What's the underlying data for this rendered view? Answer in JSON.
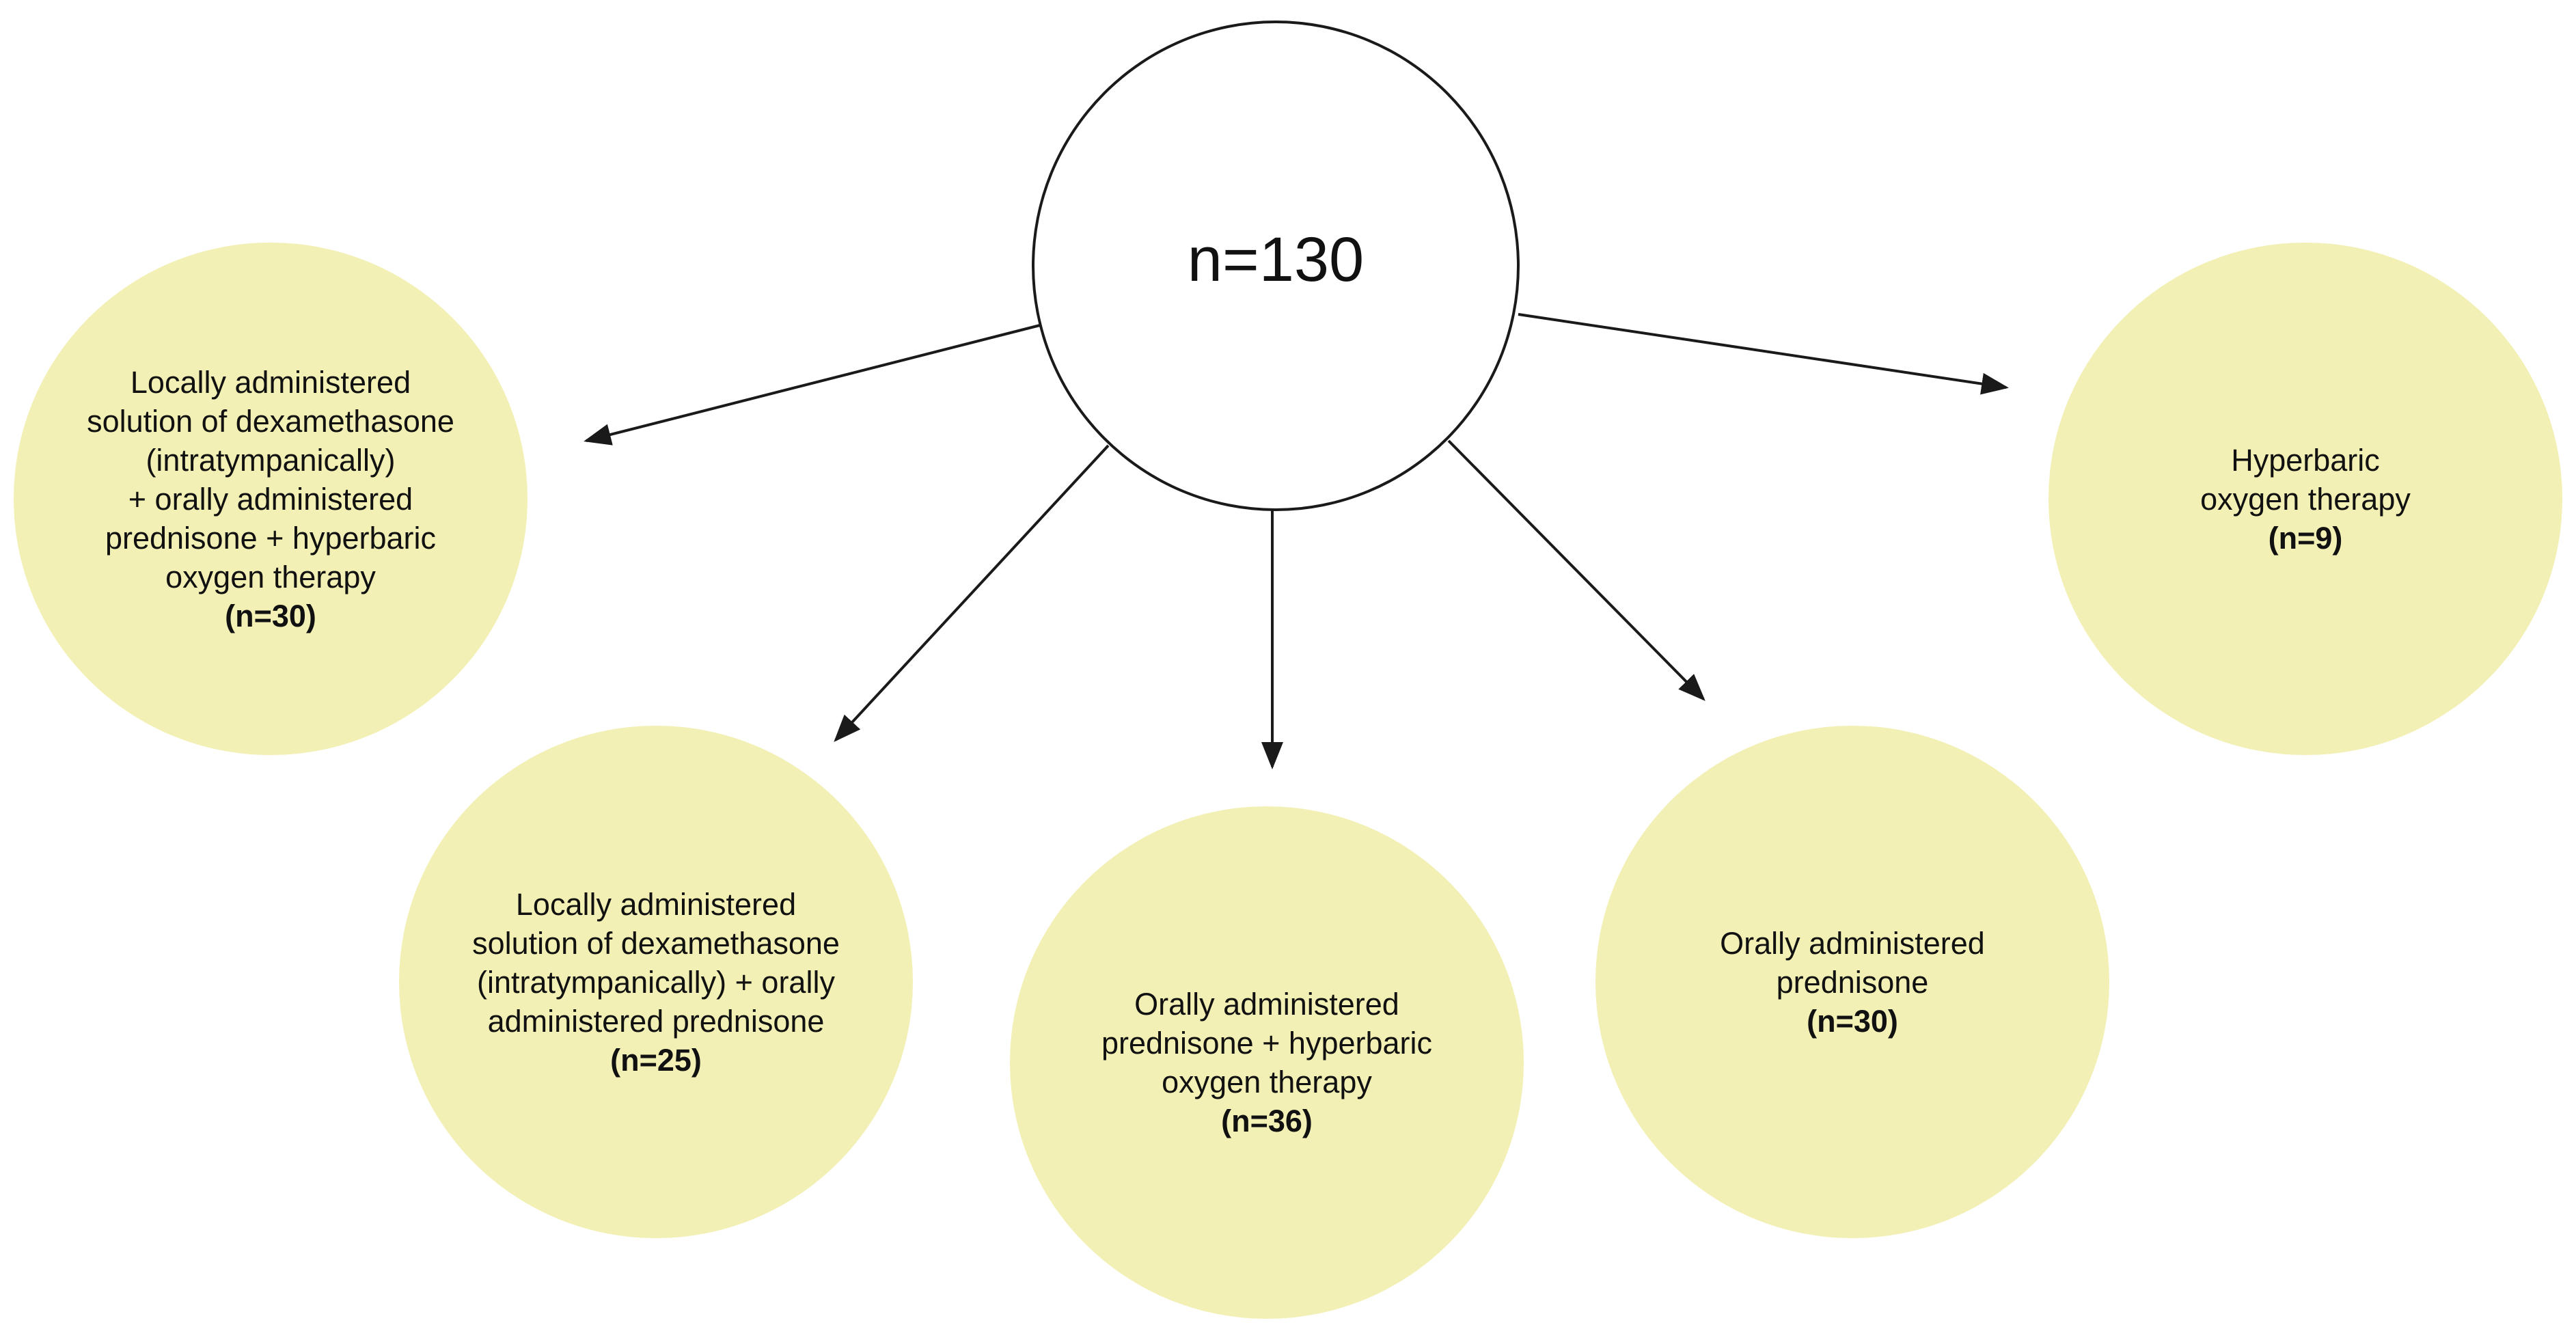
{
  "root": {
    "label": "n=130"
  },
  "groups": [
    {
      "description": "Locally administered\nsolution of dexamethasone\n(intratympanically)\n+ orally administered\nprednisone + hyperbaric\noxygen therapy",
      "count": "(n=30)"
    },
    {
      "description": "Locally administered\nsolution of dexamethasone\n(intratympanically) + orally\nadministered prednisone",
      "count": "(n=25)"
    },
    {
      "description": "Orally administered\nprednisone + hyperbaric\noxygen therapy",
      "count": "(n=36)"
    },
    {
      "description": "Orally administered\nprednisone",
      "count": "(n=30)"
    },
    {
      "description": "Hyperbaric\noxygen therapy",
      "count": "(n=9)"
    }
  ],
  "colors": {
    "group_fill": "#f2f0b4",
    "root_fill": "#ffffff",
    "stroke": "#1a1a1a"
  }
}
